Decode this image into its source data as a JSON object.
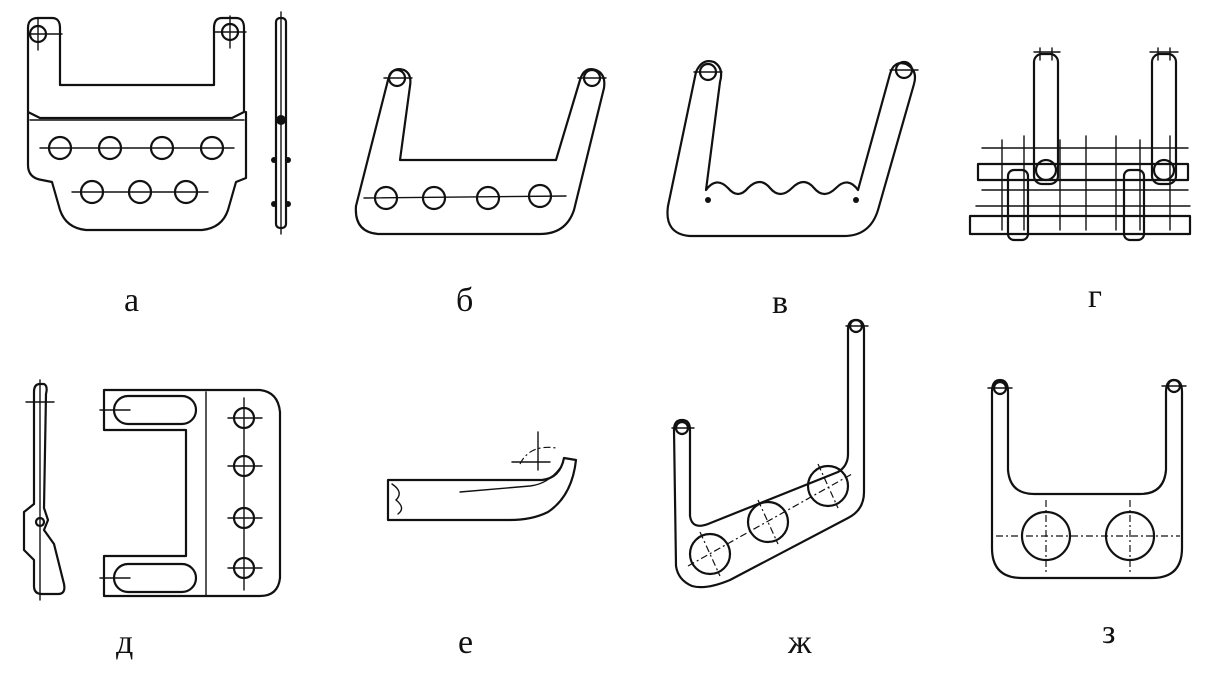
{
  "labels": {
    "a": "а",
    "b": "б",
    "v": "в",
    "g": "г",
    "d": "д",
    "e": "е",
    "zh": "ж",
    "z": "з"
  },
  "colors": {
    "ink": "#111111",
    "background": "#ffffff"
  }
}
